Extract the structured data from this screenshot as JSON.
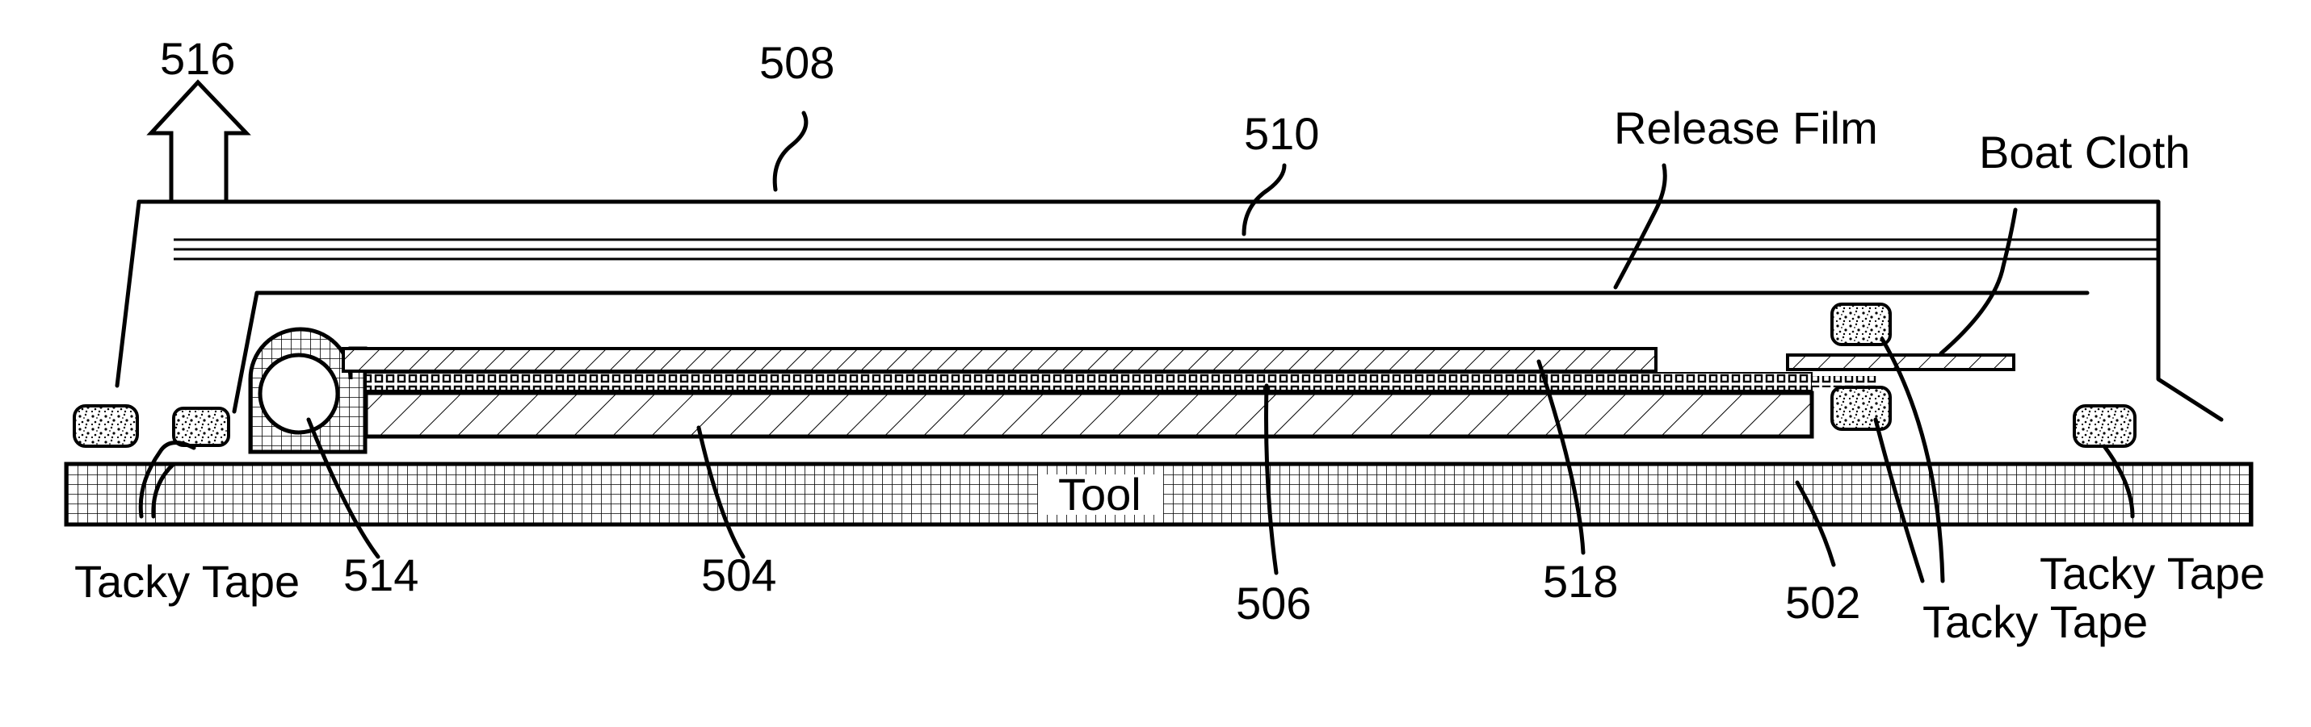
{
  "labels": {
    "n516": "516",
    "n508": "508",
    "n510": "510",
    "release_film": "Release Film",
    "boat_cloth": "Boat Cloth",
    "tool": "Tool",
    "tacky_tape_left": "Tacky Tape",
    "n514": "514",
    "n504": "504",
    "n506": "506",
    "n518": "518",
    "n502": "502",
    "tacky_tape_center_right": "Tacky Tape",
    "tacky_tape_right": "Tacky Tape"
  }
}
